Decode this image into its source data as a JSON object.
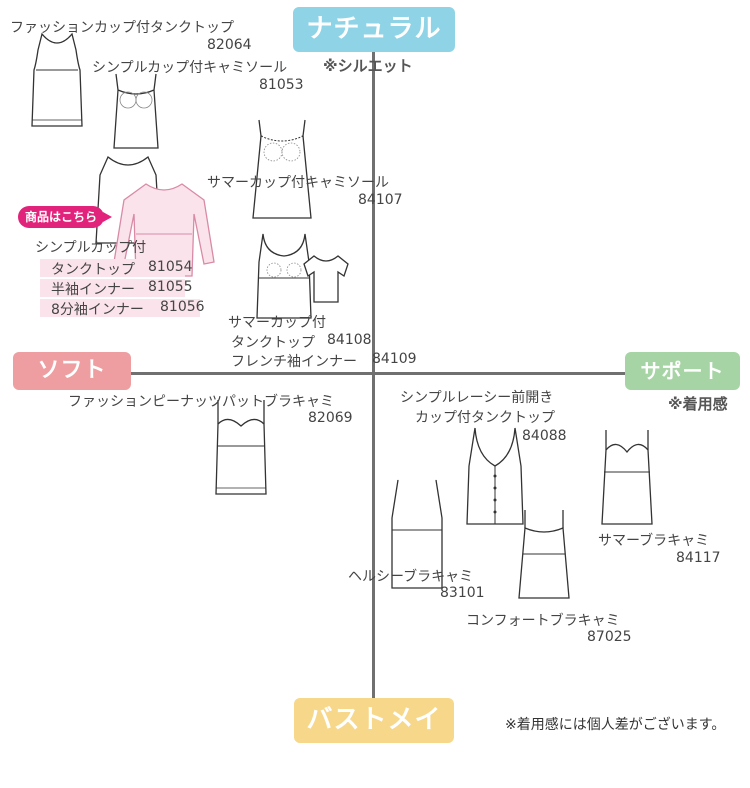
{
  "axes": {
    "top": "ナチュラル",
    "top_note": "※シルエット",
    "left": "ソフト",
    "right": "サポート",
    "right_note": "※着用感",
    "bottom": "バストメイク",
    "footnote": "※着用感には個人差がございます。"
  },
  "colors": {
    "top": "#8fd3e6",
    "left": "#ee9ea0",
    "right": "#a6d4a4",
    "bottom": "#f7d78a",
    "badge": "#e2237c",
    "highlight": "#fbe3ec"
  },
  "badge": "商品はこちら",
  "products": [
    {
      "name": "ファッションカップ付タンクトップ",
      "code": "82064"
    },
    {
      "name": "シンプルカップ付キャミソール",
      "code": "81053"
    },
    {
      "name": "サマーカップ付キャミソール",
      "code": "84107"
    },
    {
      "name": "シンプルカップ付",
      "lines": [
        "タンクトップ",
        "半袖インナー",
        "8分袖インナー"
      ],
      "codes": [
        "81054",
        "81055",
        "81056"
      ]
    },
    {
      "name": "サマーカップ付",
      "lines": [
        "タンクトップ",
        "フレンチ袖インナー"
      ],
      "codes": [
        "84108",
        "84109"
      ]
    },
    {
      "name": "ファッションピーナッツパットブラキャミ",
      "code": "82069"
    },
    {
      "name": "シンプルレーシー前開き",
      "line2": "カップ付タンクトップ",
      "code": "84088"
    },
    {
      "name": "サマーブラキャミ",
      "code": "84117"
    },
    {
      "name": "ヘルシーブラキャミ",
      "code": "83101"
    },
    {
      "name": "コンフォートブラキャミ",
      "code": "87025"
    }
  ]
}
